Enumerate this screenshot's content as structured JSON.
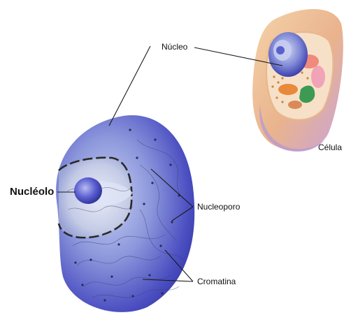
{
  "labels": {
    "nucleo": "Núcleo",
    "celula": "Célula",
    "nucleolo": "Nucléolo",
    "nucleoporo": "Nucleoporo",
    "cromatina": "Cromatina"
  },
  "colors": {
    "nucleus_blue": "#4a4fc0",
    "nucleus_light": "#a9b6e6",
    "cell_peach": "#f2c79b",
    "cell_lavender": "#c7a6d9",
    "outline": "#111111"
  },
  "icons": [
    "nucleus-illustration",
    "cell-illustration"
  ]
}
